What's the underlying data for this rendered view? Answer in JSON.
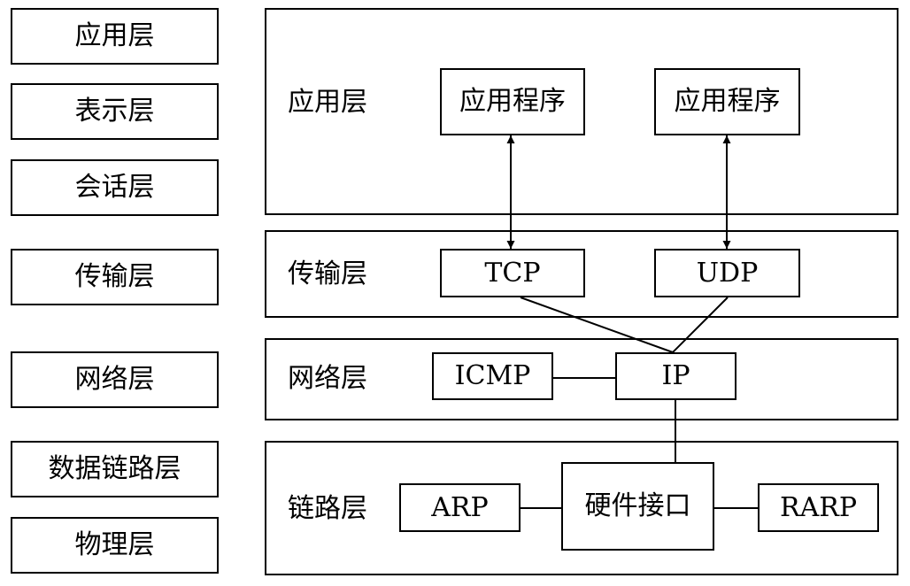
{
  "osi_layers": [
    {
      "label": "应用层"
    },
    {
      "label": "表示层"
    },
    {
      "label": "会话层"
    },
    {
      "label": "传输层"
    },
    {
      "label": "网络层"
    },
    {
      "label": "数据链路层"
    },
    {
      "label": "物理层"
    }
  ],
  "tcpip": {
    "application": {
      "label": "应用层",
      "app1": "应用程序",
      "app2": "应用程序"
    },
    "transport": {
      "label": "传输层",
      "tcp": "TCP",
      "udp": "UDP"
    },
    "network": {
      "label": "网络层",
      "icmp": "ICMP",
      "ip": "IP"
    },
    "link": {
      "label": "链路层",
      "arp": "ARP",
      "hardware": "硬件接口",
      "rarp": "RARP"
    }
  }
}
